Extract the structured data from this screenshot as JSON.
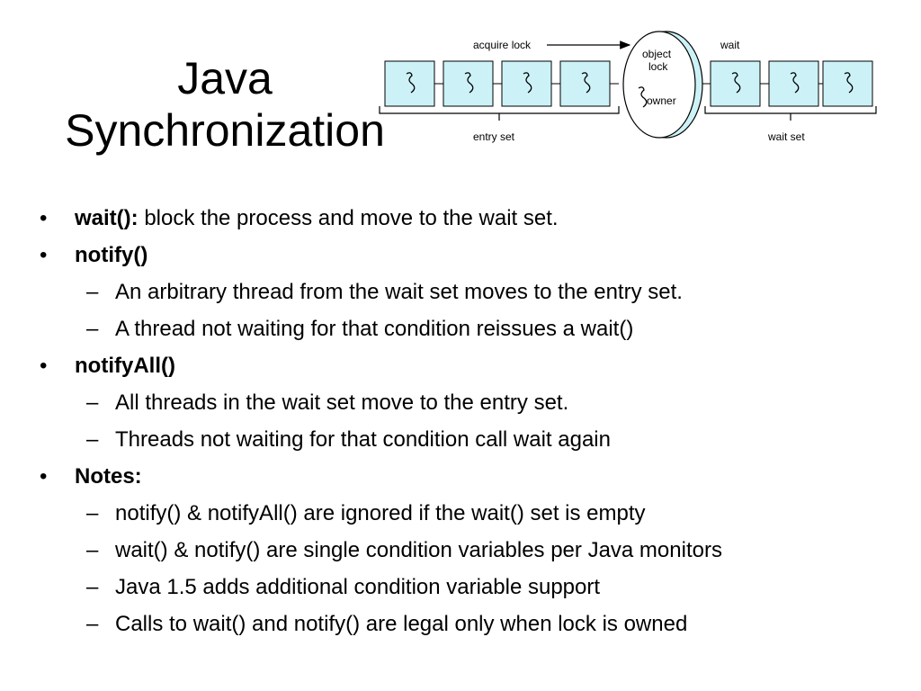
{
  "title": {
    "line1": "Java",
    "line2": "Synchronization"
  },
  "diagram": {
    "acquire_label": "acquire lock",
    "wait_label": "wait",
    "lock_label_line1": "object",
    "lock_label_line2": "lock",
    "owner_label": "owner",
    "entry_set_label": "entry set",
    "wait_set_label": "wait set",
    "box_color": "#ccf2f7",
    "entry_set_count": 4,
    "wait_set_count": 3
  },
  "bullets": [
    {
      "head": "wait():",
      "tail": " block the process and move to the wait set."
    },
    {
      "head": "notify()",
      "tail": ""
    },
    {
      "text": "An arbitrary thread from the wait set moves to the entry set."
    },
    {
      "text": "A thread not waiting for that condition reissues a wait()"
    },
    {
      "head": "notifyAll()",
      "tail": ""
    },
    {
      "text": "All threads in the wait set move to the entry set."
    },
    {
      "text": "Threads not waiting for that condition call wait again"
    },
    {
      "head": "Notes:",
      "tail": ""
    },
    {
      "text": "notify() & notifyAll() are ignored if the wait() set is empty"
    },
    {
      "text": "wait() & notify() are single condition variables per Java monitors"
    },
    {
      "text": "Java 1.5 adds additional condition variable support"
    },
    {
      "text": "Calls to wait() and notify() are legal only when lock is owned"
    }
  ]
}
